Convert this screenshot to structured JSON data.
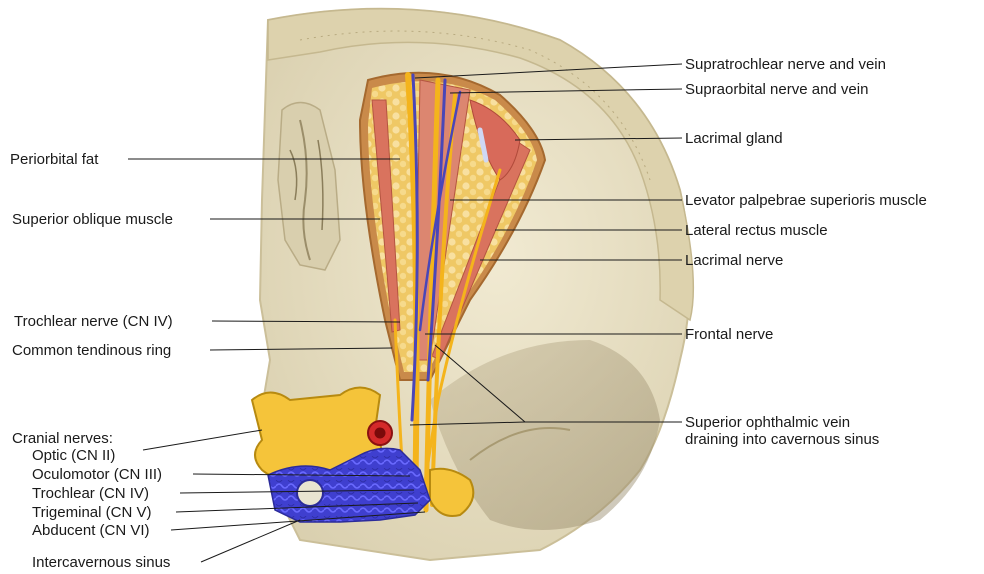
{
  "left_labels": {
    "periorbital_fat": "Periorbital fat",
    "superior_oblique": "Superior oblique muscle",
    "trochlear_nerve": "Trochlear nerve (CN IV)",
    "common_tendinous_ring": "Common tendinous ring",
    "cranial_nerves_heading": "Cranial nerves:",
    "optic": "Optic (CN II)",
    "oculomotor": "Oculomotor (CN III)",
    "trochlear_cn": "Trochlear (CN IV)",
    "trigeminal": "Trigeminal (CN V)",
    "abducent": "Abducent (CN VI)",
    "intercavernous_sinus": "Intercavernous sinus"
  },
  "right_labels": {
    "supratrochlear": "Supratrochlear nerve and vein",
    "supraorbital": "Supraorbital nerve and vein",
    "lacrimal_gland": "Lacrimal gland",
    "levator": "Levator palpebrae superioris muscle",
    "lateral_rectus": "Lateral rectus muscle",
    "lacrimal_nerve": "Lacrimal nerve",
    "frontal_nerve": "Frontal nerve",
    "sup_ophthalmic_1": "Superior ophthalmic vein",
    "sup_ophthalmic_2": "draining into cavernous sinus"
  },
  "colors": {
    "bone": "#ece3c6",
    "skull_edge": "#d8cba3",
    "fat": "#f2cf73",
    "muscle": "#d97a66",
    "nerve": "#f4b41c",
    "vein": "#4a46b8",
    "sinus": "#4a4ad6",
    "vessel_red": "#d42a2a"
  }
}
